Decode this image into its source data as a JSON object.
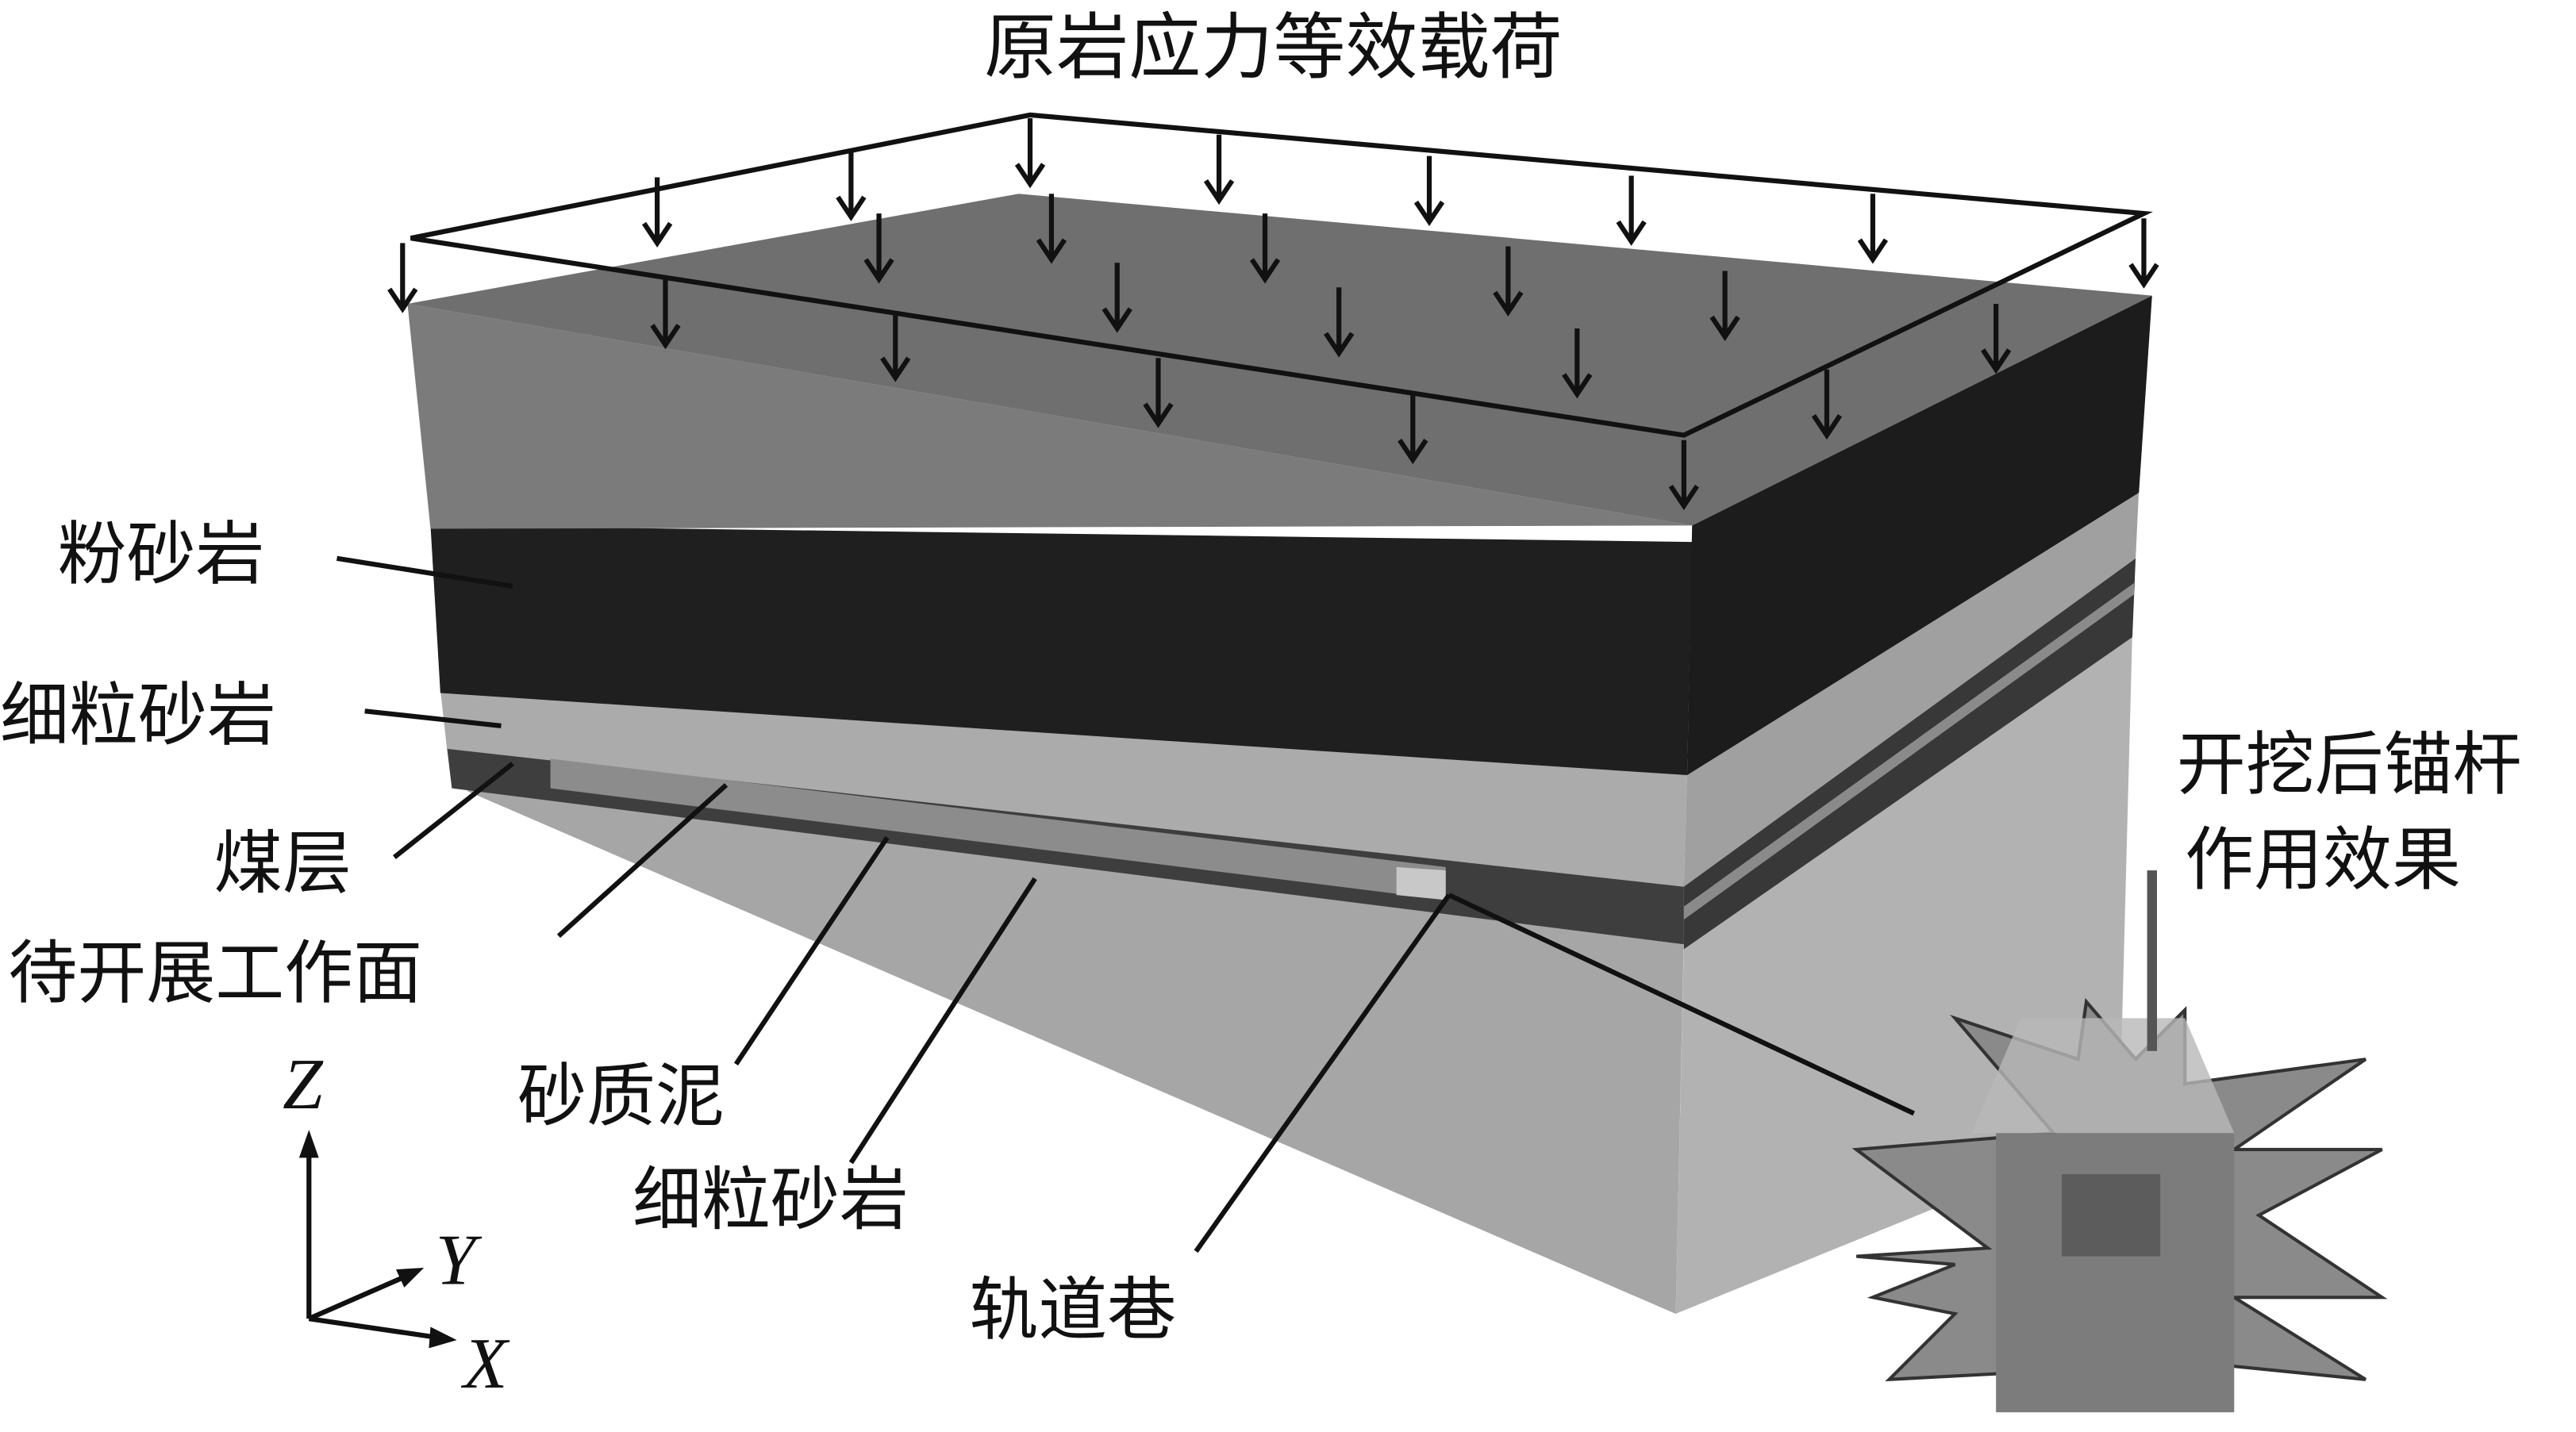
{
  "title": "原岩应力等效载荷",
  "labels": {
    "siltstone": "粉砂岩",
    "fine_sandstone_upper": "细粒砂岩",
    "coal_seam": "煤层",
    "working_face": "待开展工作面",
    "sandy_mudstone": "砂质泥",
    "fine_sandstone_lower": "细粒砂岩",
    "haulage_roadway": "轨道巷",
    "bolt_effect_line1": "开挖后锚杆",
    "bolt_effect_line2": "作用效果"
  },
  "axes": {
    "z": "Z",
    "y": "Y",
    "x": "X"
  },
  "colors": {
    "top_face": "#6f6f6f",
    "siltstone": "#1e1e1e",
    "fine_sandstone": "#a9a9a9",
    "coal": "#3c3c3c",
    "bottom": "#a5a5a5",
    "line": "#111111"
  }
}
